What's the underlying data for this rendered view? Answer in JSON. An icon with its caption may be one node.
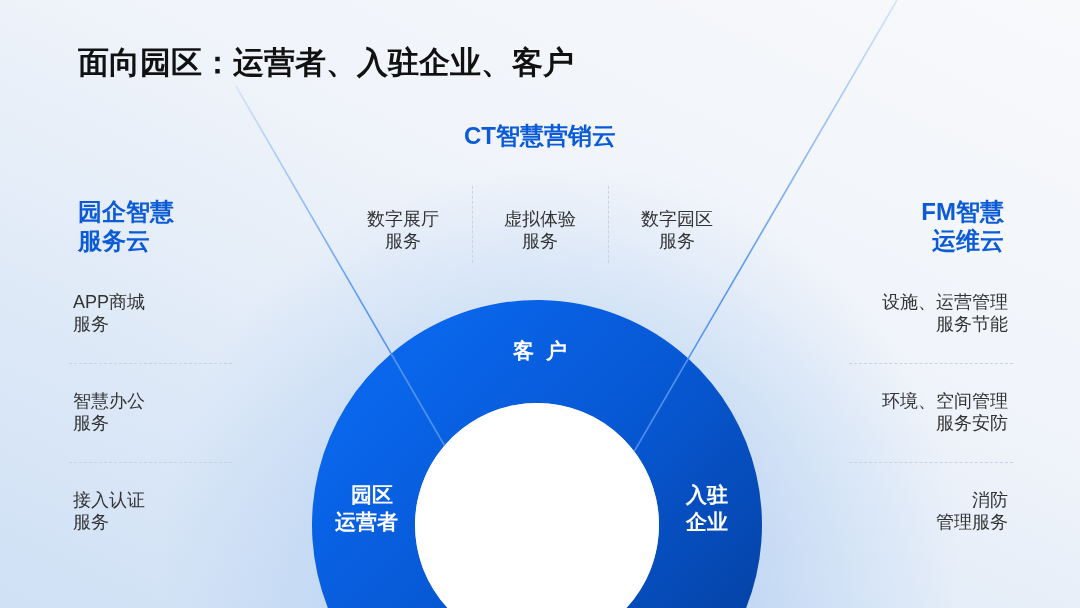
{
  "diagram": {
    "title": "面向园区：运营者、入驻企业、客户",
    "nodes": [
      {
        "text": [
          "客户"
        ]
      },
      {
        "text": [
          "园区运营者"
        ]
      },
      {
        "text": [
          "入驻企业"
        ]
      },
      {
        "text": [],
        "shape": "circle"
      }
    ],
    "labels": [
      "CT智慧营销云",
      "园企智慧服务云",
      "数字展厅服务",
      "虚拟体验服务",
      "数字园区服务",
      "FM智慧运维云",
      "APP商城服务",
      "设施、运营管理服务节能",
      "智慧办公服务",
      "环境、空间管理服务安防",
      "接入认证服务",
      "消防管理服务"
    ]
  }
}
